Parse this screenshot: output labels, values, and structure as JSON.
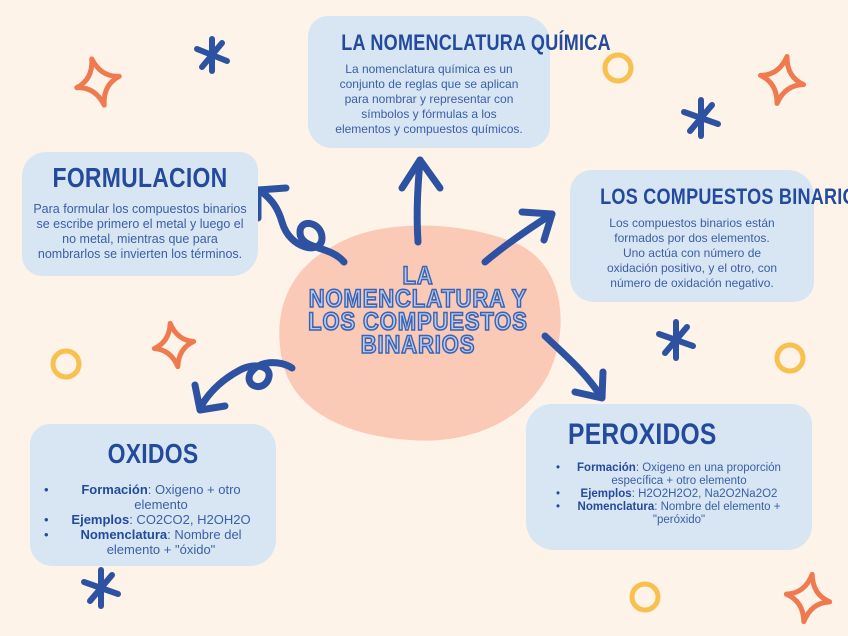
{
  "center": {
    "line1": "LA",
    "line2": "NOMENCLATURA Y",
    "line3": "LOS COMPUESTOS",
    "line4": "BINARIOS"
  },
  "top": {
    "title": "LA NOMENCLATURA QUÍMICA",
    "text": "La nomenclatura química es un conjunto de reglas que se aplican para nombrar y representar con símbolos y fórmulas a los elementos y compuestos químicos."
  },
  "formulacion": {
    "title": "FORMULACION",
    "text": "Para formular los compuestos binarios se escribe primero el metal y luego el no metal, mientras que para nombrarlos se invierten los términos."
  },
  "binarios": {
    "title": "LOS COMPUESTOS BINARIOS",
    "text": "Los compuestos binarios están formados por dos elementos. Uno actúa con número de oxidación positivo, y el otro, con número de oxidación negativo."
  },
  "oxidos": {
    "title": "OXIDOS",
    "items": [
      {
        "label": "Formación",
        "value": ": Oxigeno + otro elemento"
      },
      {
        "label": "Ejemplos",
        "value": ": CO2CO2, H2OH2O"
      },
      {
        "label": "Nomenclatura",
        "value": ": Nombre del elemento + \"óxido\""
      }
    ]
  },
  "peroxidos": {
    "title": "PEROXIDOS",
    "items": [
      {
        "label": "Formación",
        "value": ": Oxigeno en una proporción específica + otro elemento"
      },
      {
        "label": "Ejemplos",
        "value": ": H2O2H2O2, Na2O2Na2O2"
      },
      {
        "label": "Nomenclatura",
        "value": ": Nombre del elemento + \"peróxido\""
      }
    ]
  },
  "colors": {
    "background": "#fdf3e9",
    "card": "#d8e6f3",
    "blob": "#fbcab6",
    "arrow": "#2e52a2",
    "sparkle_orange": "#f07a4f",
    "ring_yellow": "#f8c04e"
  }
}
